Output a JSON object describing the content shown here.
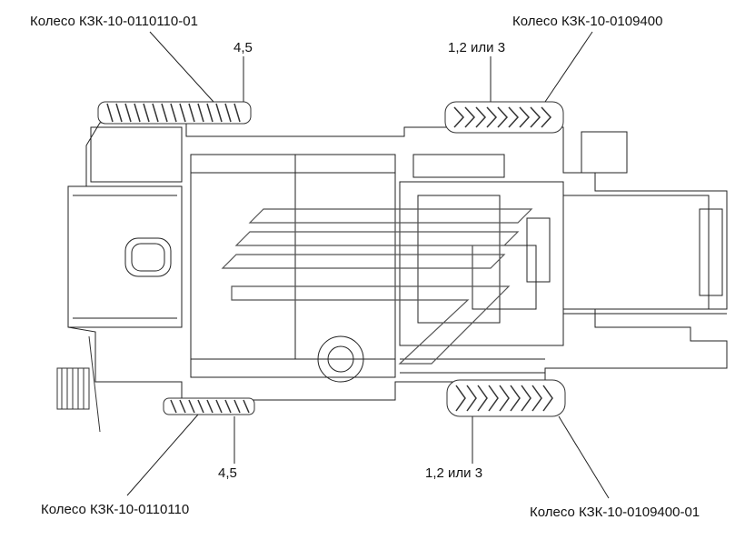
{
  "labels": {
    "wheel_top_left": "Колесо КЗК-10-0110110-01",
    "wheel_top_right": "Колесо КЗК-10-0109400",
    "wheel_bottom_left": "Колесо КЗК-10-0110110",
    "wheel_bottom_right": "Колесо КЗК-10-0109400-01"
  },
  "positions": {
    "top_left": "4,5",
    "top_right": "1,2 или 3",
    "bottom_left": "4,5",
    "bottom_right": "1,2 или 3"
  },
  "colors": {
    "line": "#222222",
    "tire": "#333333",
    "bg": "#ffffff"
  }
}
